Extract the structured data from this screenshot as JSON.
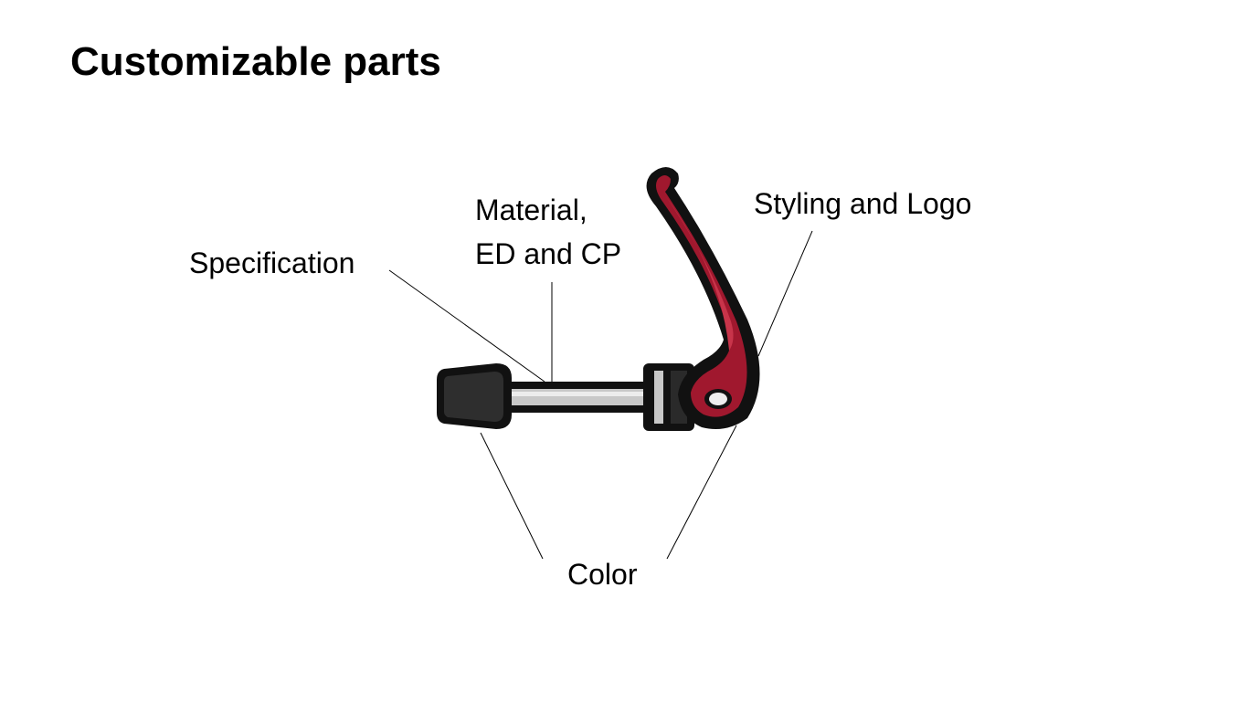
{
  "slide": {
    "title": "Customizable parts"
  },
  "labels": {
    "specification": "Specification",
    "material_line1": "Material,",
    "material_line2": "ED and CP",
    "styling": "Styling and Logo",
    "color": "Color"
  },
  "colors": {
    "lever": "#a0182e",
    "lever_highlight": "#c8344a",
    "outline": "#111111",
    "knob": "#2e2e2e",
    "rod": "#c8c8c8",
    "leader_line": "#000000"
  },
  "image": {
    "name": "quick-release-skewer"
  }
}
